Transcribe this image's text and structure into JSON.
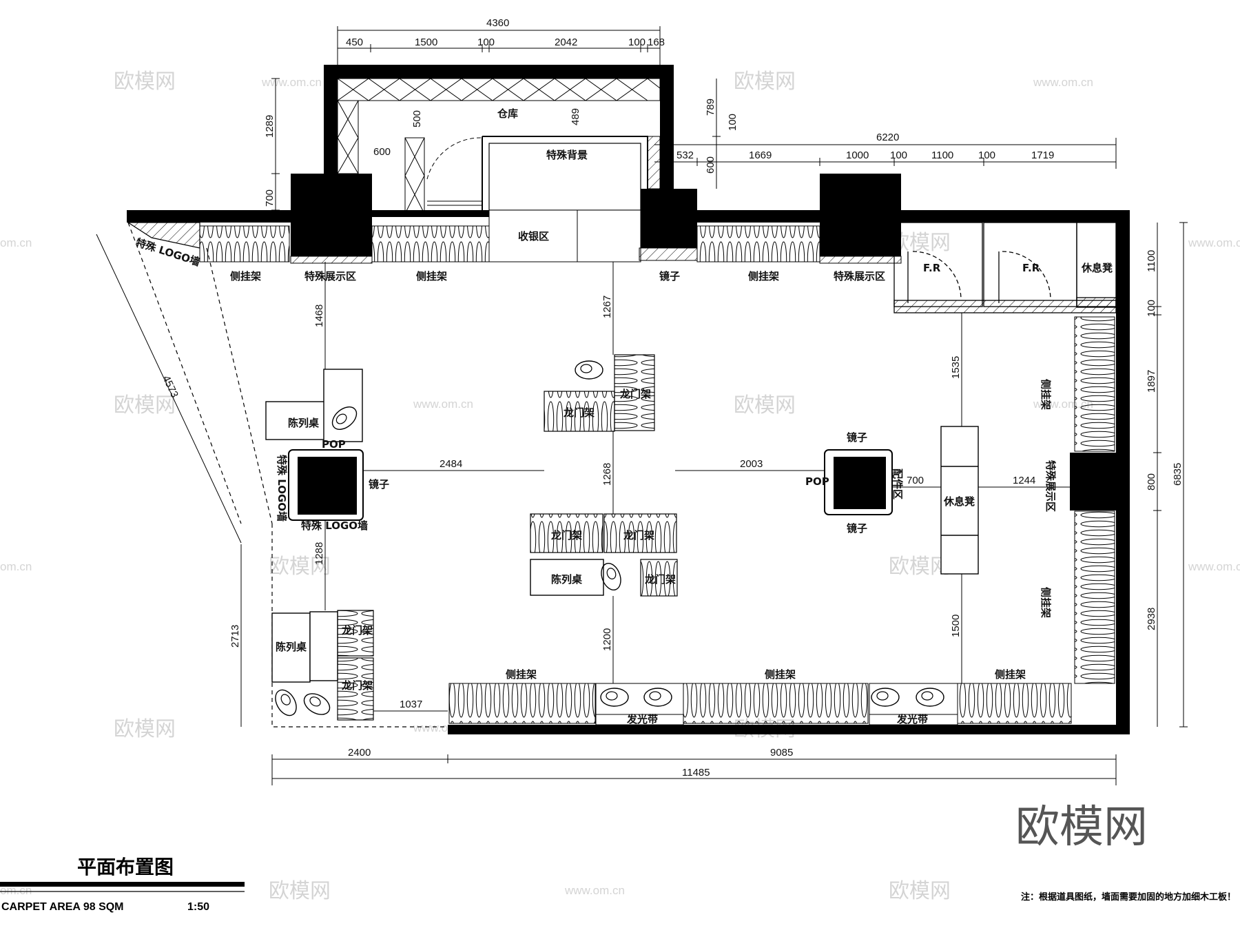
{
  "title": {
    "main": "平面布置图",
    "area": "CARPET AREA 98 SQM",
    "scale": "1:50"
  },
  "note": "注：根据道具图纸，墙面需要加固的地方加细木工板！",
  "watermarks": {
    "brand": "欧模网",
    "site": "www.om.cn",
    "domain_fragment": "om.cn"
  },
  "rooms": {
    "warehouse": "仓库",
    "special_backdrop": "特殊背景",
    "cashier": "收银区",
    "fitting_room": "F.R",
    "rest_bench": "休息凳"
  },
  "fixtures": {
    "side_rack": "侧挂架",
    "special_display": "特殊展示区",
    "special_logo_wall": "特殊 LOGO墙",
    "mirror": "镜子",
    "display_table": "陈列桌",
    "gantry_rack": "龙门架",
    "pop": "POP",
    "light_strip": "发光带",
    "accessory_zone": "配件区"
  },
  "dimensions": {
    "top_total": "4360",
    "top_segments": [
      "450",
      "1500",
      "100",
      "2042",
      "100",
      "168"
    ],
    "right_total": "6220",
    "right_segments": [
      "532",
      "1669",
      "1000",
      "100",
      "1100",
      "100",
      "1719"
    ],
    "left_vertical": [
      "1289",
      "700"
    ],
    "warehouse": [
      "500",
      "600",
      "489"
    ],
    "top_right_vertical": [
      "789",
      "100",
      "600"
    ],
    "right_side": [
      "1100",
      "100",
      "1897",
      "800",
      "2938"
    ],
    "right_total_vertical": "6835",
    "diagonal": "4573",
    "left_lower": "2713",
    "interior": [
      "1468",
      "1267",
      "2484",
      "1268",
      "2003",
      "700",
      "1244",
      "1535",
      "1288",
      "1200",
      "1500",
      "1037"
    ],
    "bottom": [
      "2400",
      "9085"
    ],
    "bottom_total": "11485"
  }
}
